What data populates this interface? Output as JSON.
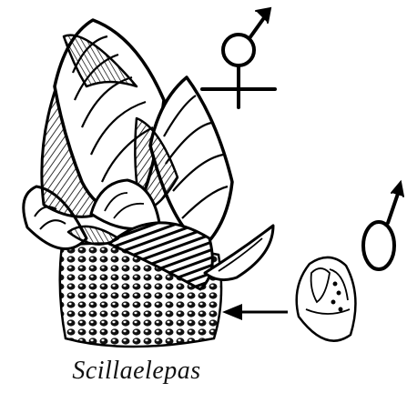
{
  "caption": "Scillaelepas",
  "ink_color": "#000000",
  "paper_color": "#ffffff",
  "symbols": {
    "upper": "male-and-female-symbol",
    "lower": "male-symbol"
  }
}
